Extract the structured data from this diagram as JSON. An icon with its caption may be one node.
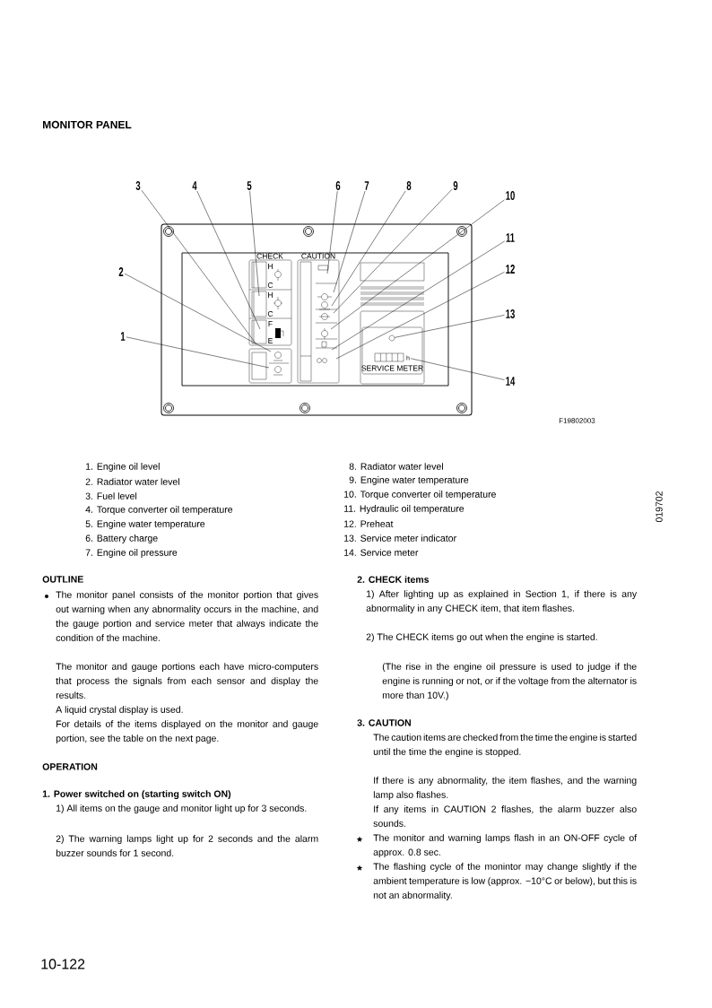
{
  "diagram": {
    "title": "MONITOR PANEL",
    "nodes": [
      {
        "text": [
          "1"
        ]
      },
      {
        "text": [
          "2"
        ]
      },
      {
        "text": [
          "3"
        ]
      },
      {
        "text": [
          "4"
        ]
      },
      {
        "text": [
          "5"
        ]
      },
      {
        "text": [
          "6"
        ]
      },
      {
        "text": [
          "7"
        ]
      },
      {
        "text": [
          "8"
        ]
      },
      {
        "text": [
          "9"
        ]
      },
      {
        "text": [
          "10"
        ]
      },
      {
        "text": [
          "11"
        ]
      },
      {
        "text": [
          "12"
        ]
      },
      {
        "text": [
          "13"
        ]
      },
      {
        "text": [
          "14"
        ]
      },
      {
        "text": [
          "h"
        ]
      },
      {
        "text": [],
        "shape": "circle"
      }
    ],
    "edges": [
      {
        "from": 0,
        "to": null,
        "arrow": "none"
      },
      {
        "from": 1,
        "to": null,
        "arrow": "none"
      },
      {
        "from": 2,
        "to": null,
        "arrow": "none"
      },
      {
        "from": 3,
        "to": null,
        "arrow": "none"
      },
      {
        "from": 4,
        "to": null,
        "arrow": "none"
      },
      {
        "from": 5,
        "to": null,
        "arrow": "none"
      },
      {
        "from": 6,
        "to": null,
        "arrow": "none"
      },
      {
        "from": 7,
        "to": null,
        "arrow": "none"
      },
      {
        "from": 8,
        "to": null,
        "arrow": "none"
      },
      {
        "from": 9,
        "to": null,
        "arrow": "none"
      },
      {
        "from": 10,
        "to": null,
        "arrow": "none"
      },
      {
        "from": 11,
        "to": null,
        "arrow": "none"
      },
      {
        "from": 12,
        "to": 15,
        "arrow": "none"
      },
      {
        "from": 13,
        "to": 14,
        "arrow": "none"
      }
    ],
    "labels": [
      "CHECK",
      "CAUTION",
      "H",
      "C",
      "H",
      "C",
      "F",
      "E",
      "SERVICE METER",
      "F19802003",
      "1. Engine oil level",
      "2. Radiator water level",
      "3. Fuel level",
      "4. Torque converter oil temperature",
      "5. Engine water temperature",
      "6. Battery charge",
      "7. Engine oil pressure",
      "8. Radiator water level",
      "9. Engine water temperature",
      "10. Torque converter oil temperature",
      "11. Hydraulic oil temperature",
      "12. Preheat",
      "13. Service meter indicator",
      "14. Service meter",
      "019702",
      "OUTLINE",
      "The monitor panel consists of the monitor portion that gives out warning when any abnormality occurs in the machine, and the gauge portion and service meter that always indicate the condition of the machine.",
      "The monitor and gauge portions each have micro-computers that process the signals from each sensor and display the results.",
      "A liquid crystal display is used.",
      "For details of the items displayed on the monitor and gauge portion, see the table on the next page.",
      "OPERATION",
      "1. Power switched on (starting switch ON)",
      "1) All items on the gauge and monitor light up for 3 seconds.",
      "2) The warning lamps light up for 2 seconds and the alarm buzzer sounds for 1 second.",
      "2. CHECK items",
      "1) After lighting up as explained in Section 1, if there is any abnormality in any CHECK item, that item flashes.",
      "2) The CHECK items go out when the engine is started.",
      "(The rise in the engine oil pressure is used to judge if the engine is running or not, or if the voltage from the alternator is more than 10V.)",
      "3. CAUTION",
      "The caution items are checked from the time the engine is started until the time the engine is stopped.",
      "If there is any abnormality, the item flashes, and the warning lamp also flashes.",
      "If any items in CAUTION 2 flashes, the alarm buzzer also sounds.",
      "The monitor and warning lamps flash in an ON-OFF cycle of approx. 0.8 sec.",
      "The flashing cycle of the monintor may change slightly if the ambient temperature is low (approx. −10°C or below), but this is not an abnormality.",
      "10-122"
    ]
  }
}
